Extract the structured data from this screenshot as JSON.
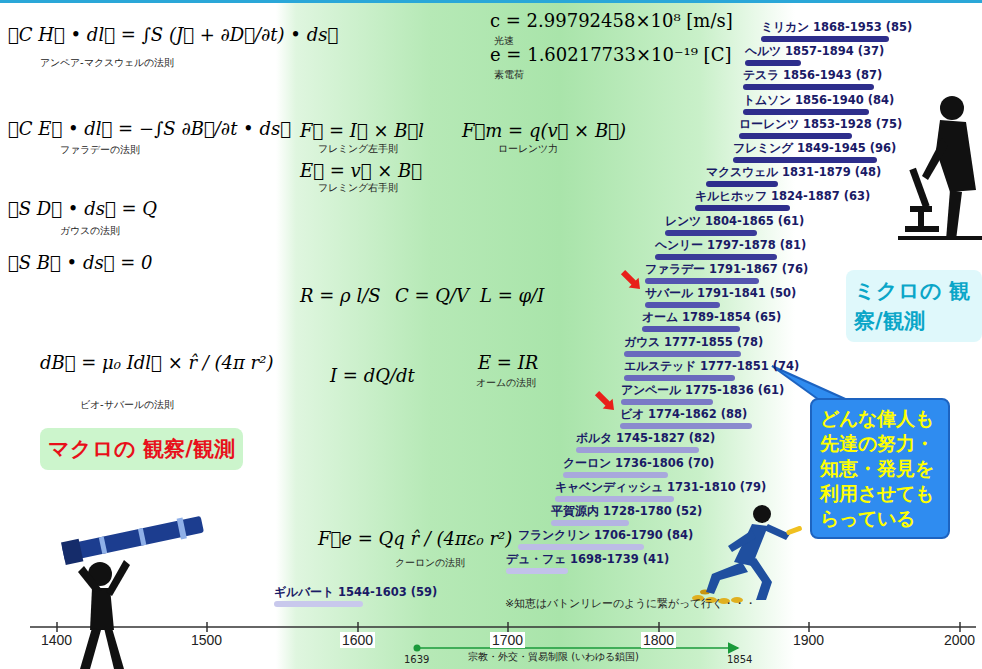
{
  "diagram": {
    "nodes": [
      {
        "text": [
          "ミリカン 1868-1953 (85)"
        ]
      },
      {
        "text": [
          "ヘルツ 1857-1894 (37)"
        ]
      },
      {
        "text": [
          "テスラ 1856-1943 (87)"
        ]
      },
      {
        "text": [
          "トムソン 1856-1940 (84)"
        ]
      },
      {
        "text": [
          "ローレンツ 1853-1928 (75)"
        ]
      },
      {
        "text": [
          "フレミング 1849-1945 (96)"
        ]
      },
      {
        "text": [
          "マクスウェル 1831-1879 (48)"
        ]
      },
      {
        "text": [
          "キルヒホッフ 1824-1887 (63)"
        ]
      },
      {
        "text": [
          "レンツ 1804-1865 (61)"
        ]
      },
      {
        "text": [
          "ヘンリー 1797-1878 (81)"
        ]
      },
      {
        "text": [
          "ファラデー 1791-1867 (76)"
        ]
      },
      {
        "text": [
          "サバール 1791-1841 (50)"
        ]
      },
      {
        "text": [
          "オーム 1789-1854 (65)"
        ]
      },
      {
        "text": [
          "ガウス 1777-1855 (78)"
        ]
      },
      {
        "text": [
          "エルステッド 1777-1851 (74)"
        ]
      },
      {
        "text": [
          "アンペール 1775-1836 (61)"
        ]
      },
      {
        "text": [
          "ビオ 1774-1862 (88)"
        ]
      },
      {
        "text": [
          "ボルタ 1745-1827 (82)"
        ]
      },
      {
        "text": [
          "クーロン 1736-1806 (70)"
        ]
      },
      {
        "text": [
          "キャベンディッシュ 1731-1810 (79)"
        ]
      },
      {
        "text": [
          "平賀源内 1728-1780 (52)"
        ]
      },
      {
        "text": [
          "フランクリン 1706-1790 (84)"
        ]
      },
      {
        "text": [
          "デュ・フェ 1698-1739 (41)"
        ]
      },
      {
        "text": [
          "ギルバート 1544-1603 (59)"
        ]
      },
      {
        "text": [
          "マクロの 観察/観測"
        ]
      },
      {
        "text": [
          "ミクロの 観察/観測"
        ]
      },
      {
        "text": [
          "どんな偉人も 先達の努力・ 知恵・発見を 利用させても らっている"
        ]
      }
    ],
    "labels": [
      "∮C H⃗ • dl⃗ = ∫S (J⃗ + ∂D⃗/∂t) • ds⃗",
      "アンペア-マクスウェルの法則",
      "∮C E⃗ • dl⃗ = −∫S ∂B⃗/∂t • ds⃗",
      "ファラデーの法則",
      "∮S D⃗ • ds⃗ = Q",
      "ガウスの法則",
      "∮S B⃗ • ds⃗ = 0",
      "dB⃗ = μ₀ Idl⃗ × r̂ / (4π r²)",
      "ビオ-サバールの法則",
      "F⃗ = I⃗ × B⃗l",
      "フレミング左手則",
      "F⃗m = q(v⃗ × B⃗)",
      "ローレンツ力",
      "E⃗ = v⃗ × B⃗",
      "フレミング右手則",
      "R = ρ l/S",
      "C = Q/V",
      "L = φ/I",
      "I = dQ/dt",
      "E = IR",
      "オームの法則",
      "c = 2.99792458×10⁸ [m/s]",
      "光速",
      "e = 1.60217733×10⁻¹⁹ [C]",
      "素電荷",
      "F⃗e = Qq r̂ / (4πε₀ r²)",
      "クーロンの法則",
      "※知恵はバトンリレーのように繋がって行く・・・",
      "1400",
      "1500",
      "1600",
      "1700",
      "1800",
      "1900",
      "2000",
      "1639",
      "宗教・外交・貿易制限 (いわゆる鎖国)",
      "1854"
    ]
  }
}
